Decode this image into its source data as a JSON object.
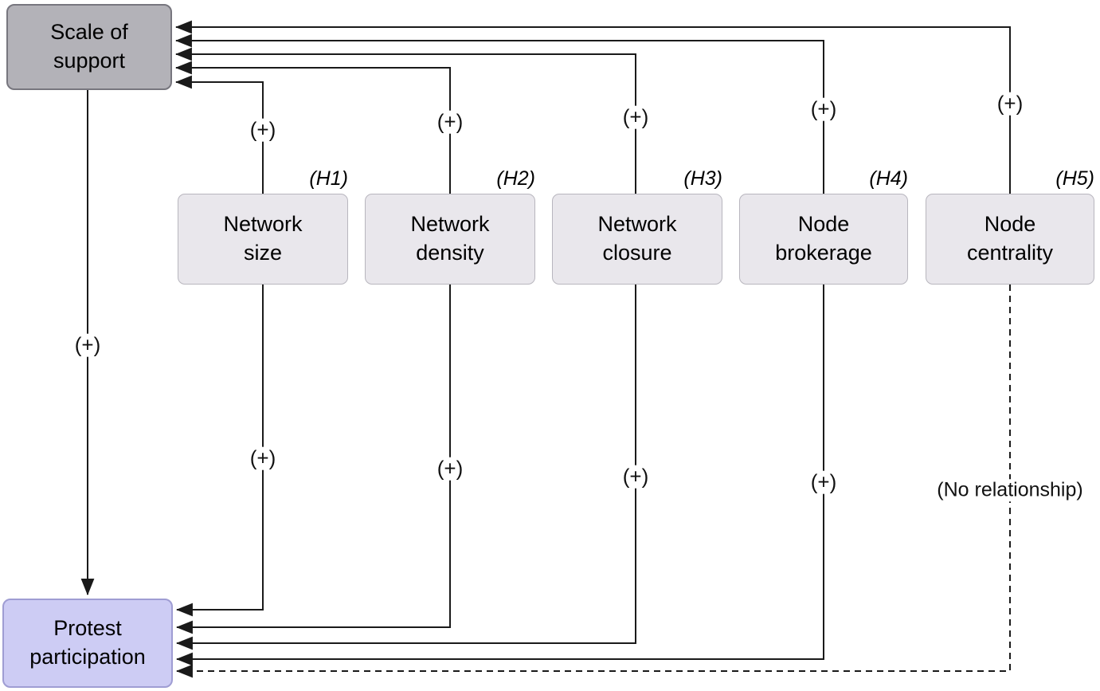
{
  "diagram": {
    "title_implicit": "Hypothesized model of network characteristics, scale of support and protest participation",
    "source_box": {
      "label": "Scale of\nsupport"
    },
    "target_box": {
      "label": "Protest\nparticipation"
    },
    "hypotheses": [
      {
        "tag": "(H1)",
        "label": "Network\nsize",
        "to_support": "(+)",
        "to_participation": "(+)"
      },
      {
        "tag": "(H2)",
        "label": "Network\ndensity",
        "to_support": "(+)",
        "to_participation": "(+)"
      },
      {
        "tag": "(H3)",
        "label": "Network\nclosure",
        "to_support": "(+)",
        "to_participation": "(+)"
      },
      {
        "tag": "(H4)",
        "label": "Node\nbrokerage",
        "to_support": "(+)",
        "to_participation": "(+)"
      },
      {
        "tag": "(H5)",
        "label": "Node\ncentrality",
        "to_support": "(+)",
        "to_participation": "(No relationship)"
      }
    ],
    "support_to_participation_sign": "(+)",
    "edges": [
      {
        "from": "Network size",
        "to": "Scale of support",
        "sign": "(+)",
        "style": "solid"
      },
      {
        "from": "Network density",
        "to": "Scale of support",
        "sign": "(+)",
        "style": "solid"
      },
      {
        "from": "Network closure",
        "to": "Scale of support",
        "sign": "(+)",
        "style": "solid"
      },
      {
        "from": "Node brokerage",
        "to": "Scale of support",
        "sign": "(+)",
        "style": "solid"
      },
      {
        "from": "Node centrality",
        "to": "Scale of support",
        "sign": "(+)",
        "style": "solid"
      },
      {
        "from": "Network size",
        "to": "Protest participation",
        "sign": "(+)",
        "style": "solid"
      },
      {
        "from": "Network density",
        "to": "Protest participation",
        "sign": "(+)",
        "style": "solid"
      },
      {
        "from": "Network closure",
        "to": "Protest participation",
        "sign": "(+)",
        "style": "solid"
      },
      {
        "from": "Node brokerage",
        "to": "Protest participation",
        "sign": "(+)",
        "style": "solid"
      },
      {
        "from": "Node centrality",
        "to": "Protest participation",
        "sign": "(No relationship)",
        "style": "dashed"
      },
      {
        "from": "Scale of support",
        "to": "Protest participation",
        "sign": "(+)",
        "style": "solid"
      }
    ],
    "colors": {
      "support_fill": "#b3b2b8",
      "support_border": "#77767e",
      "participation_fill": "#cdccf4",
      "participation_border": "#9f9dd3",
      "hypothesis_fill": "#e9e7ec",
      "hypothesis_border": "#b8b6be",
      "line": "#1a1a1a",
      "text": "#000000"
    }
  }
}
